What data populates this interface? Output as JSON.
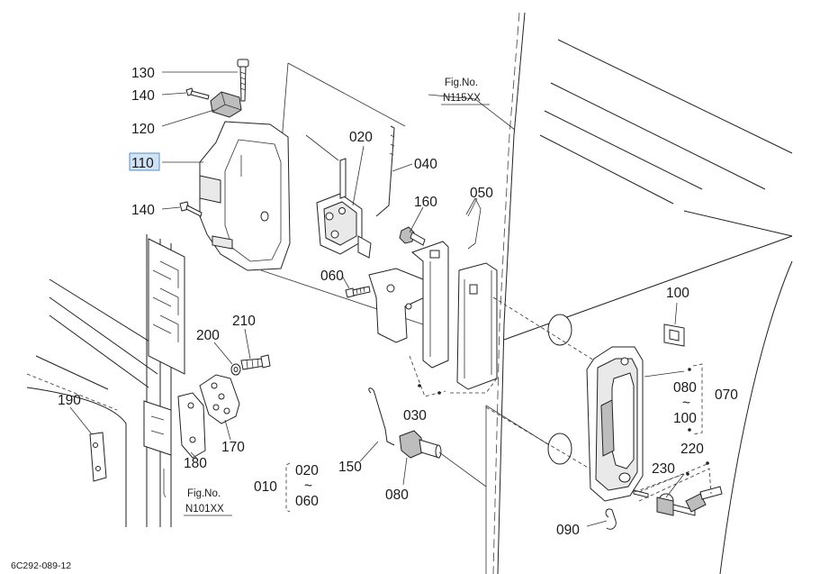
{
  "labels": {
    "p130": "130",
    "p140a": "140",
    "p120": "120",
    "p110": "110",
    "p140b": "140",
    "p020": "020",
    "p040": "040",
    "p160": "160",
    "p050": "050",
    "p060": "060",
    "p210": "210",
    "p200": "200",
    "p190": "190",
    "p180": "180",
    "p170": "170",
    "p030": "030",
    "p150": "150",
    "p080b": "080",
    "p100": "100",
    "p080": "080",
    "p070": "070",
    "p100b": "100",
    "p220": "220",
    "p230": "230",
    "p090": "090",
    "g010": "010",
    "g020": "020",
    "g060": "060",
    "tilde1": "~",
    "tilde2": "~"
  },
  "fig_refs": {
    "top_label": "Fig.No.",
    "top_value": "N115XX",
    "bottom_label": "Fig.No.",
    "bottom_value": "N101XX"
  },
  "footer_code": "6C292-089-12",
  "highlighted_part": "110"
}
